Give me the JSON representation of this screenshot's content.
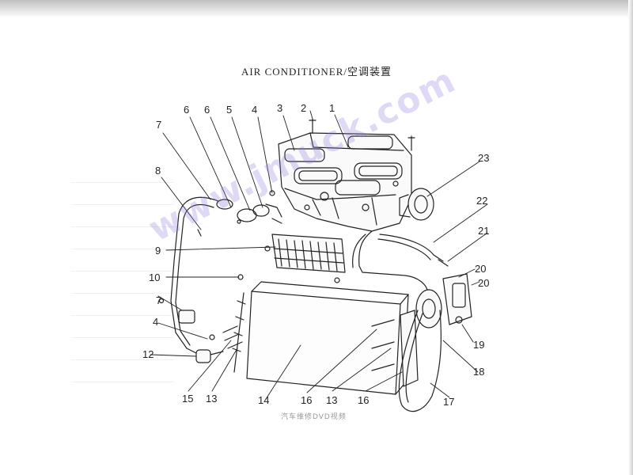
{
  "title": "AIR CONDITIONER/空调装置",
  "watermark": "www.jmuck.com",
  "footer_text": "汽车维修DVD视频",
  "callouts": [
    {
      "id": "c1",
      "label": "1"
    },
    {
      "id": "c2",
      "label": "2"
    },
    {
      "id": "c3",
      "label": "3"
    },
    {
      "id": "c4",
      "label": "4"
    },
    {
      "id": "c5",
      "label": "5"
    },
    {
      "id": "c6a",
      "label": "6"
    },
    {
      "id": "c6b",
      "label": "6"
    },
    {
      "id": "c7a",
      "label": "7"
    },
    {
      "id": "c7b",
      "label": "7"
    },
    {
      "id": "c8",
      "label": "8"
    },
    {
      "id": "c9",
      "label": "9"
    },
    {
      "id": "c10",
      "label": "10"
    },
    {
      "id": "c4b",
      "label": "4"
    },
    {
      "id": "c12",
      "label": "12"
    },
    {
      "id": "c15",
      "label": "15"
    },
    {
      "id": "c13a",
      "label": "13"
    },
    {
      "id": "c14",
      "label": "14"
    },
    {
      "id": "c16a",
      "label": "16"
    },
    {
      "id": "c13b",
      "label": "13"
    },
    {
      "id": "c16b",
      "label": "16"
    },
    {
      "id": "c17",
      "label": "17"
    },
    {
      "id": "c18",
      "label": "18"
    },
    {
      "id": "c19",
      "label": "19"
    },
    {
      "id": "c20",
      "label": "20"
    },
    {
      "id": "c20b",
      "label": "20"
    },
    {
      "id": "c21",
      "label": "21"
    },
    {
      "id": "c22",
      "label": "22"
    },
    {
      "id": "c23",
      "label": "23"
    }
  ]
}
